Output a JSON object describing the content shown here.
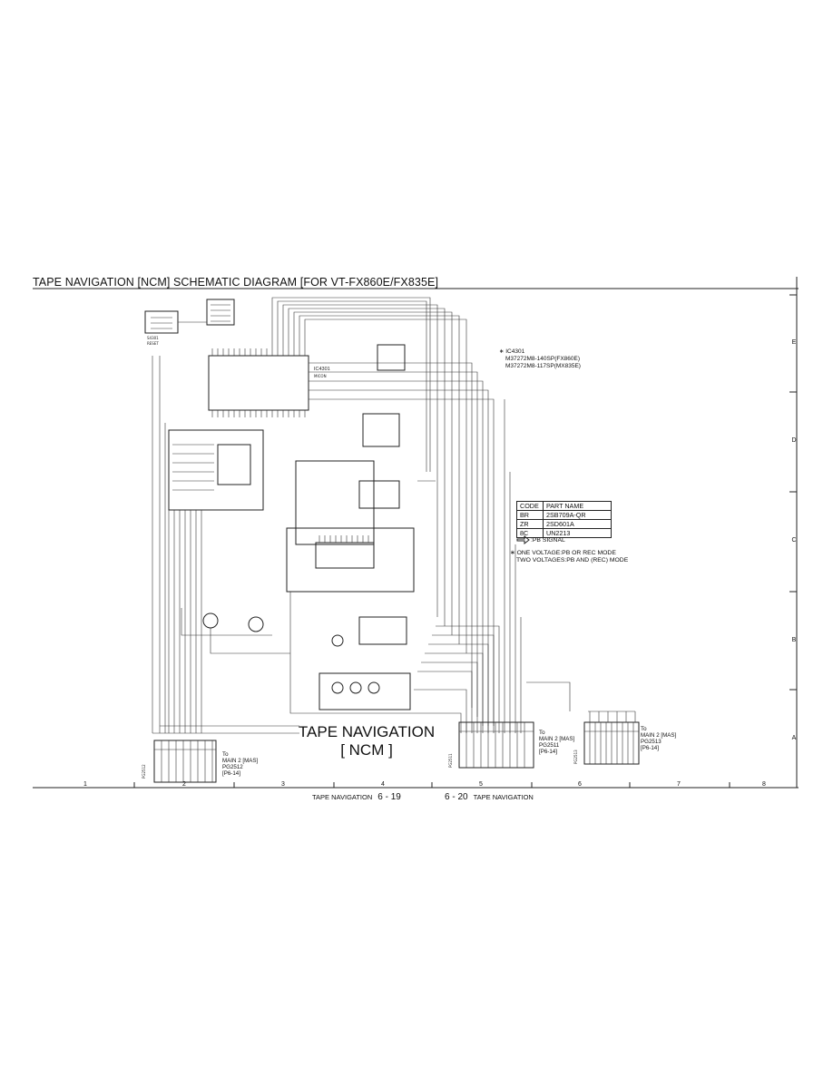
{
  "title": "TAPE NAVIGATION [NCM] SCHEMATIC DIAGRAM [FOR VT-FX860E/FX835E]",
  "diagram": {
    "heading": "TAPE NAVIGATION",
    "subheading": "[ NCM ]",
    "ic_note": {
      "ref": "∗ IC4301",
      "line1": "M37272M8-140SP(FX860E)",
      "line2": "M37272M8-117SP(MX835E)"
    },
    "parts_table": {
      "header": {
        "code": "CODE",
        "name": "PART NAME"
      },
      "rows": [
        {
          "code": "BR",
          "name": "2SB709A-QR"
        },
        {
          "code": "ZR",
          "name": "2SD601A"
        },
        {
          "code": "8C",
          "name": "UN2213"
        }
      ]
    },
    "legend": {
      "pb_signal": ":PB SIGNAL",
      "voltage_line1": "∗ ONE VOLTAGE:PB OR REC MODE",
      "voltage_line2": "TWO VOLTAGES:PB AND (REC) MODE"
    },
    "connectors": [
      {
        "id": "PG2512",
        "to": "To",
        "line1": "MAIN 2 [MAS]",
        "line2": "PG2512",
        "line3": "[P6-14]"
      },
      {
        "id": "PG2511",
        "to": "To",
        "line1": "MAIN 2 [MAS]",
        "line2": "PG2511",
        "line3": "[P6-14]"
      },
      {
        "id": "PG2513",
        "to": "To",
        "line1": "MAIN 2 [MAS]",
        "line2": "PG2513",
        "line3": "[P6-14]"
      }
    ],
    "chip_labels": {
      "ic4301": "IC4301",
      "ic4301_desc": "MICON",
      "sw": "S4301",
      "reset": "RESET"
    }
  },
  "grid": {
    "rows": [
      "E",
      "D",
      "C",
      "B",
      "A"
    ],
    "columns": [
      "1",
      "2",
      "3",
      "4",
      "5",
      "6",
      "7",
      "8"
    ]
  },
  "footer": {
    "left_label": "TAPE NAVIGATION",
    "left_page": "6 - 19",
    "right_page": "6 - 20",
    "right_label": "TAPE NAVIGATION"
  }
}
